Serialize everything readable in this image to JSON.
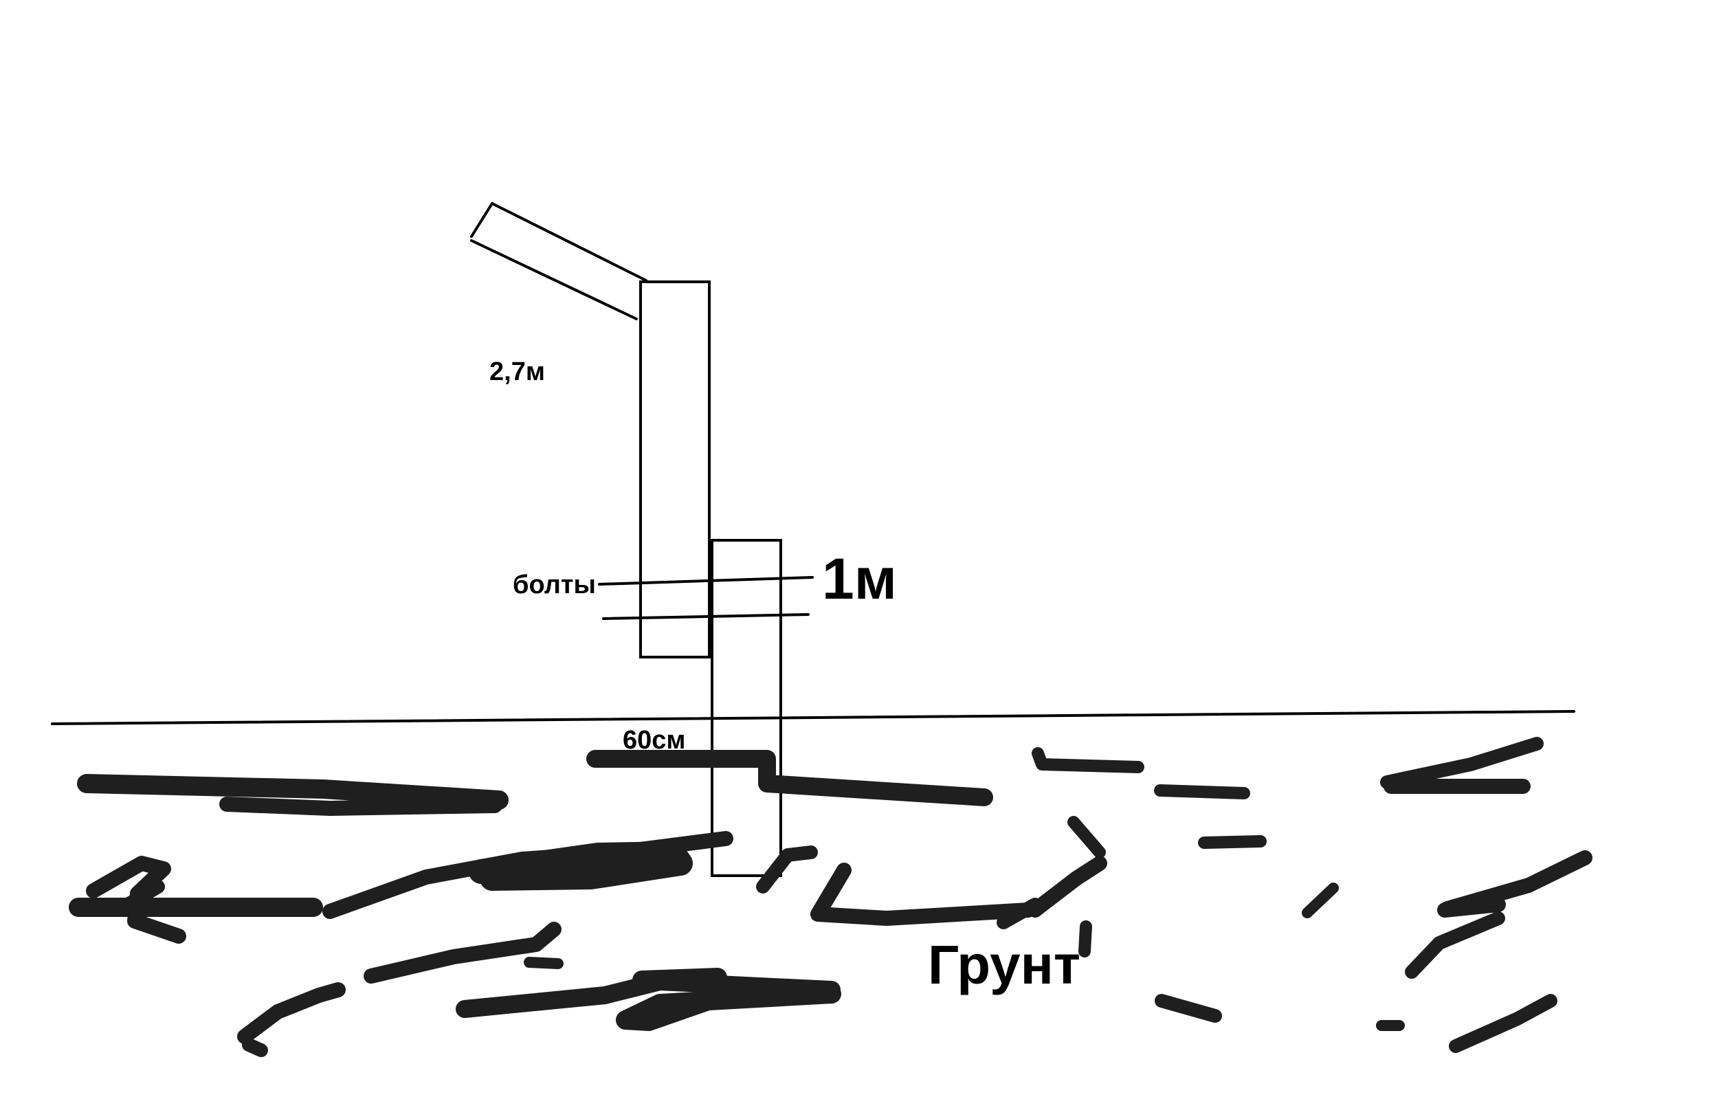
{
  "labels": {
    "post_height": "2,7м",
    "bolts": "болты",
    "overlap": "1м",
    "depth": "60см",
    "ground": "Грунт"
  },
  "colors": {
    "line": "#000000",
    "soil_strokes": "#1f1f1f",
    "background": "#ffffff"
  }
}
